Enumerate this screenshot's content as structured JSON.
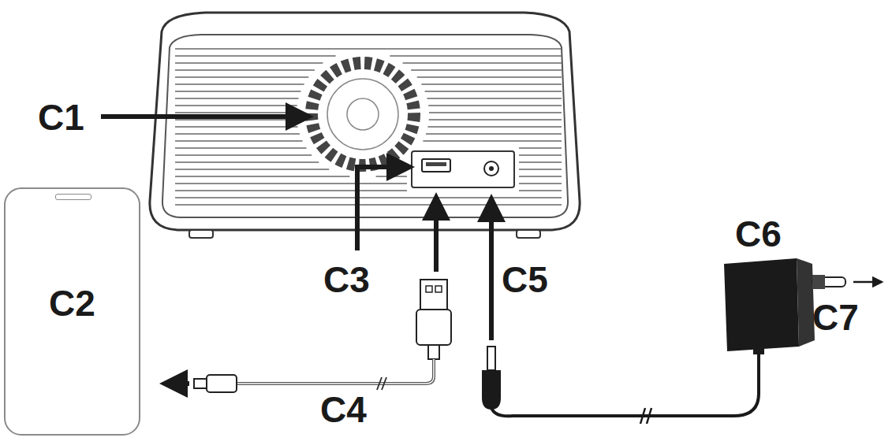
{
  "diagram": {
    "nodes": [
      {
        "text": [
          "C2"
        ]
      }
    ],
    "labels": [
      "C1",
      "C3",
      "C4",
      "C5",
      "C6",
      "C7"
    ]
  }
}
